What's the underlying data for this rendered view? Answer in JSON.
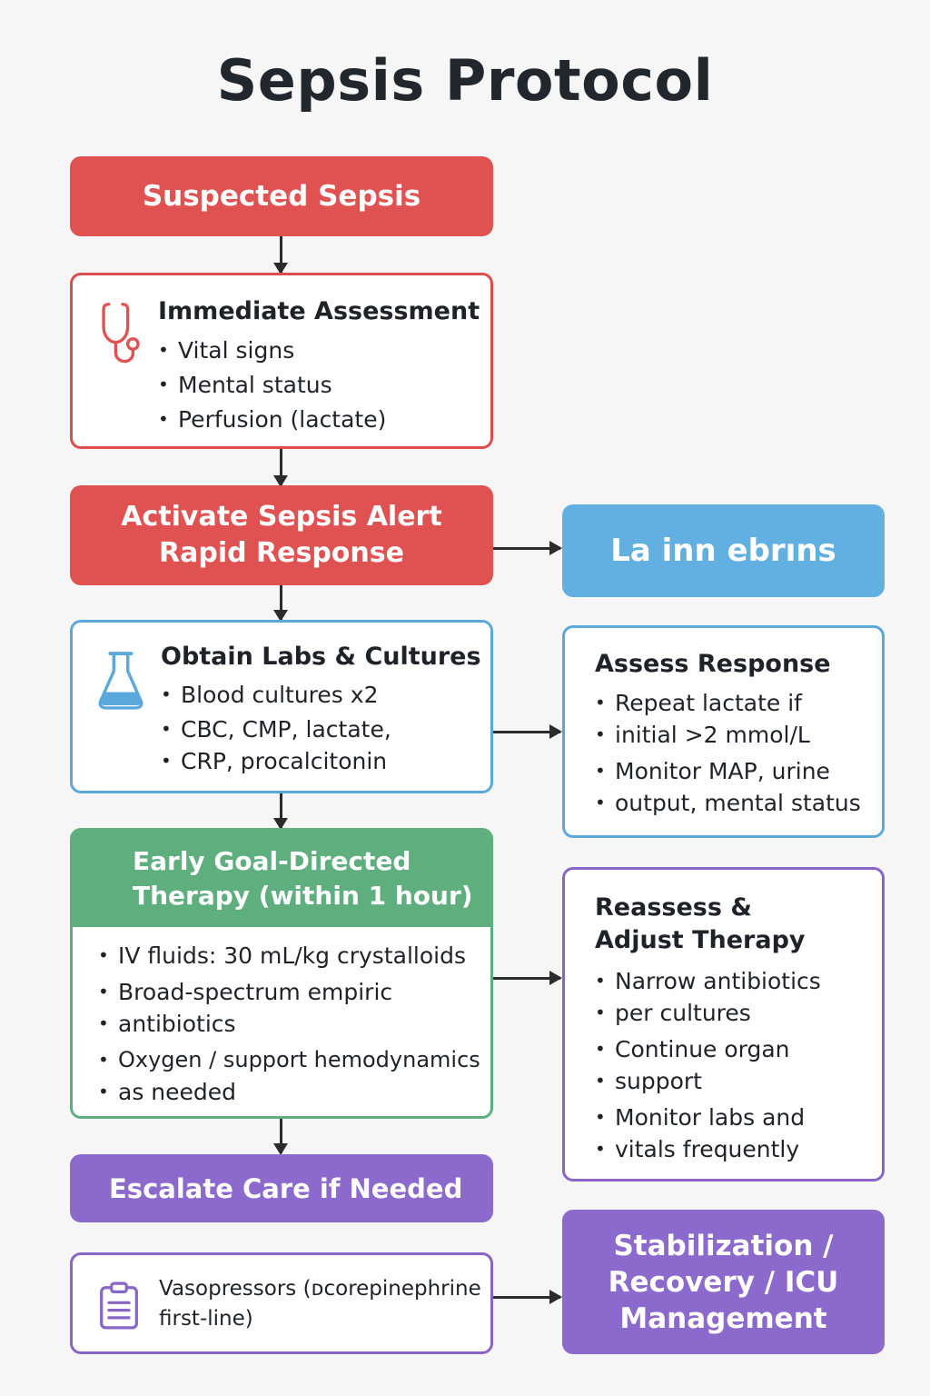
{
  "title": "Sepsis Protocol",
  "nodes": {
    "suspected": {
      "label": "Suspected Sepsis"
    },
    "assessment": {
      "heading": "Immediate Assessment",
      "items": [
        "Vital signs",
        "Mental status",
        "Perfusion (lactate)"
      ],
      "icon": "stethoscope-icon"
    },
    "alert": {
      "line1": "Activate Sepsis Alert",
      "line2": "Rapid Response"
    },
    "side_alert": {
      "label": "La inn ebrıns"
    },
    "labs": {
      "heading": "Obtain Labs & Cultures",
      "items": [
        "Blood cultures x2",
        "CBC, CMP, lactate,",
        "CRP, procalcitonin"
      ],
      "icon": "flask-icon"
    },
    "assess_response": {
      "heading": "Assess Response",
      "items": [
        "Repeat lactate if",
        "initial >2 mmol/L",
        "Monitor MAP, urine",
        "output, mental status"
      ]
    },
    "egdt": {
      "line1": "Early Goal-Directed",
      "line2": "Therapy (within 1 hour)",
      "items": [
        "IV fluids: 30 mL/kg crystalloids",
        "Broad-spectrum empiric",
        "antibiotics",
        "Oxygen / support hemodynamics",
        "as needed"
      ]
    },
    "reassess": {
      "line1": "Reassess &",
      "line2": "Adjust Therapy",
      "items": [
        "Narrow antibiotics",
        "per cultures",
        "Continue organ",
        "support",
        "Monitor labs and",
        "vitals frequently"
      ]
    },
    "escalate": {
      "label": "Escalate Care if Needed"
    },
    "vaso": {
      "line1": "Vasopressors (ᴅcorepinephrine",
      "line2": "first-line)",
      "icon": "clipboard-icon"
    },
    "stabilization": {
      "line1": "Stabilization /",
      "line2": "Recovery / ICU",
      "line3": "Management"
    }
  },
  "colors": {
    "red": "#e05252",
    "blue": "#62b0e2",
    "green": "#5eae7e",
    "purple": "#8c69cc"
  }
}
